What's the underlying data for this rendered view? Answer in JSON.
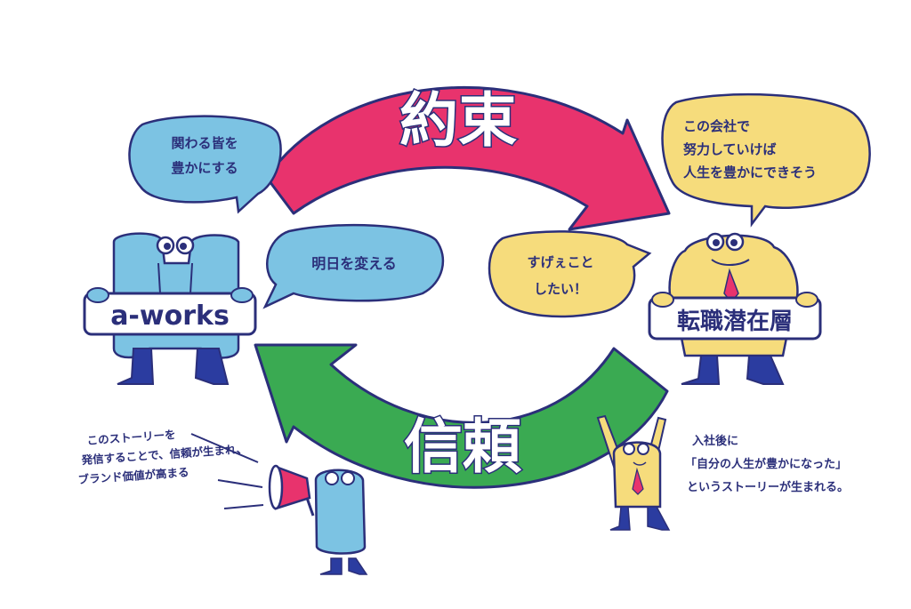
{
  "arrows": {
    "top_label": "約束",
    "bottom_label": "信頼"
  },
  "signs": {
    "left": "a-works",
    "right": "転職潜在層"
  },
  "bubbles": {
    "top_left": [
      "関わる皆を",
      "豊かにする"
    ],
    "mid_left": [
      "明日を変える"
    ],
    "top_right": [
      "この会社で",
      "努力していけば",
      "人生を豊かにできそう"
    ],
    "mid_right": [
      "すげぇこと",
      "したい！"
    ]
  },
  "notes": {
    "bottom_left": [
      "このストーリーを",
      "発信することで、信頼が生まれ、",
      "ブランド価値が高まる"
    ],
    "bottom_right": [
      "入社後に",
      "「自分の人生が豊かになった」",
      "というストーリーが生まれる。"
    ]
  },
  "colors": {
    "ink": "#2b2f7a",
    "red": "#e8336d",
    "green": "#3aaa52",
    "blue": "#7cc3e3",
    "yellow": "#f6dc7c"
  }
}
